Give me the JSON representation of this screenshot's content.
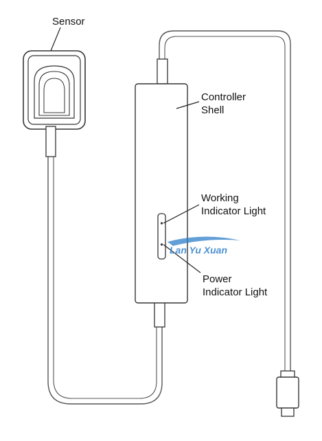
{
  "labels": {
    "sensor": "Sensor",
    "controller_shell_line1": "Controller",
    "controller_shell_line2": "Shell",
    "working_light_line1": "Working",
    "working_light_line2": "Indicator Light",
    "power_light_line1": "Power",
    "power_light_line2": "Indicator Light"
  },
  "watermark": {
    "text": "Lan Yu Xuan",
    "color": "#2f7fc9"
  },
  "colors": {
    "outline": "#333333",
    "cable": "#555555",
    "background": "#ffffff"
  }
}
